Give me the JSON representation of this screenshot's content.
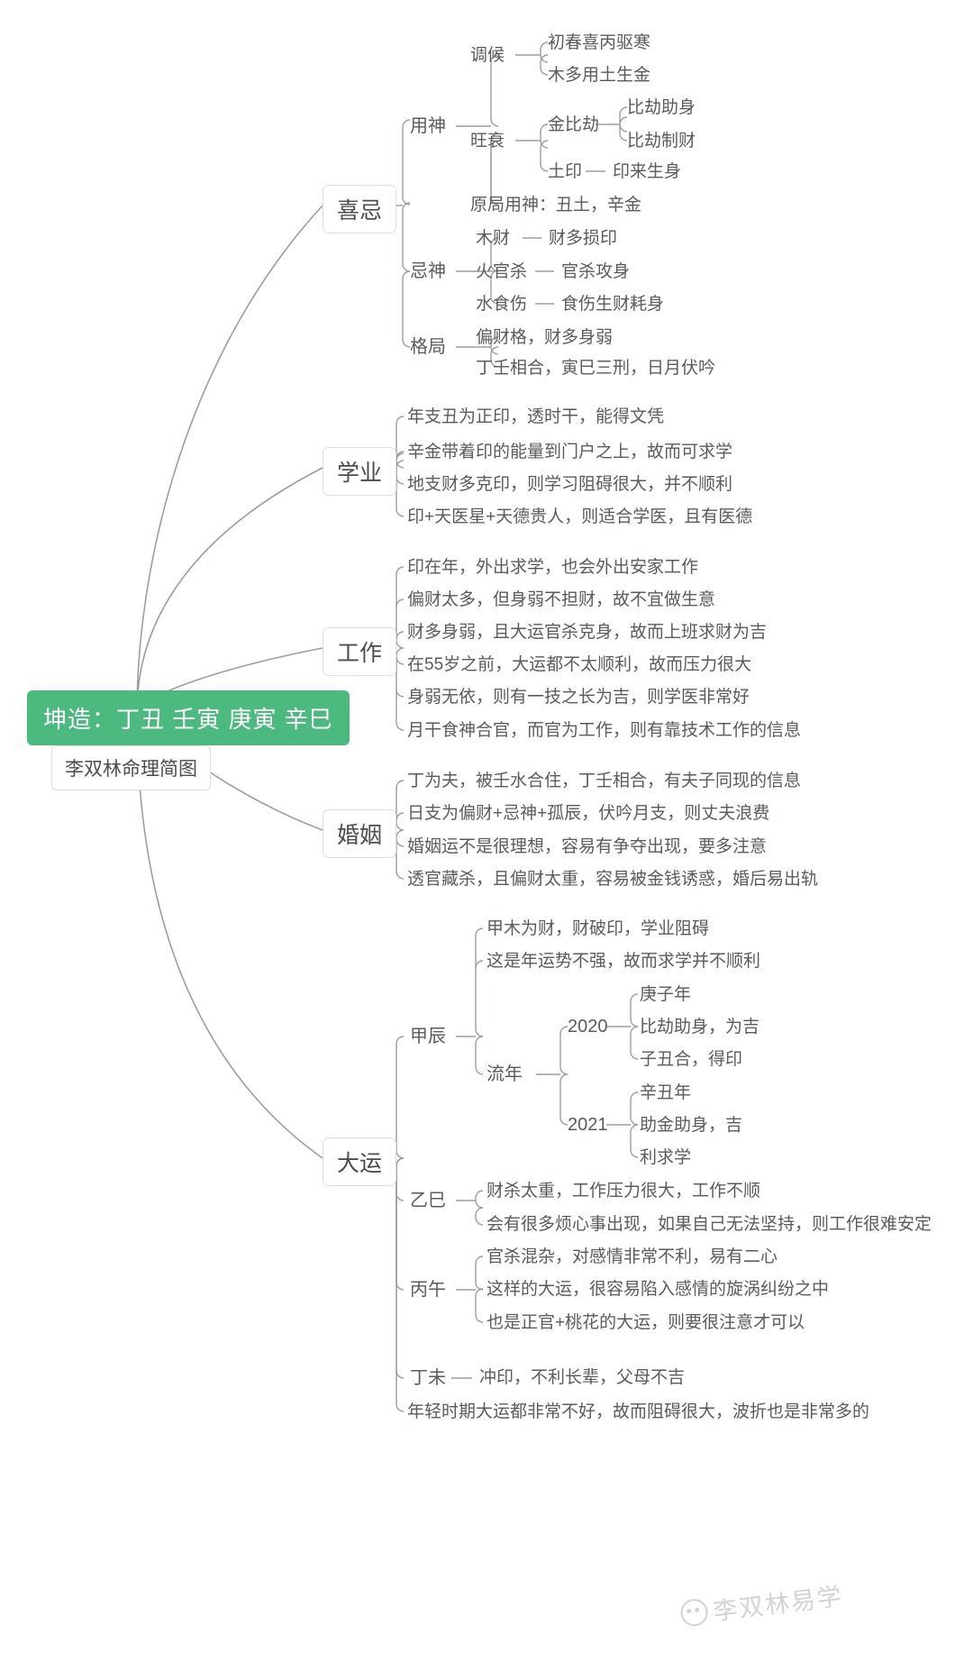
{
  "root": {
    "title": "坤造：丁丑 壬寅 庚寅 辛巳",
    "subtitle": "李双林命理简图",
    "accent_color": "#4cb97f",
    "text_color": "#ffffff"
  },
  "watermark": {
    "text": "李双林易学",
    "icon": "wechat-icon"
  },
  "branches": [
    {
      "label": "喜忌",
      "children": [
        {
          "label": "用神",
          "children": [
            {
              "label": "调候",
              "children": [
                {
                  "label": "初春喜丙驱寒"
                },
                {
                  "label": "木多用土生金"
                }
              ]
            },
            {
              "label": "旺衰",
              "children": [
                {
                  "label": "金比劫",
                  "children": [
                    {
                      "label": "比劫助身"
                    },
                    {
                      "label": "比劫制财"
                    }
                  ]
                },
                {
                  "label": "土印",
                  "children": [
                    {
                      "label": "印来生身"
                    }
                  ]
                }
              ]
            },
            {
              "label": "原局用神：丑土，辛金"
            }
          ]
        },
        {
          "label": "忌神",
          "children": [
            {
              "label": "木财",
              "children": [
                {
                  "label": "财多损印"
                }
              ]
            },
            {
              "label": "火官杀",
              "children": [
                {
                  "label": "官杀攻身"
                }
              ]
            },
            {
              "label": "水食伤",
              "children": [
                {
                  "label": "食伤生财耗身"
                }
              ]
            }
          ]
        },
        {
          "label": "格局",
          "children": [
            {
              "label": "偏财格，财多身弱"
            },
            {
              "label": "丁壬相合，寅巳三刑，日月伏吟"
            }
          ]
        }
      ]
    },
    {
      "label": "学业",
      "children": [
        {
          "label": "年支丑为正印，透时干，能得文凭"
        },
        {
          "label": "辛金带着印的能量到门户之上，故而可求学"
        },
        {
          "label": "地支财多克印，则学习阻碍很大，并不顺利"
        },
        {
          "label": "印+天医星+天德贵人，则适合学医，且有医德"
        }
      ]
    },
    {
      "label": "工作",
      "children": [
        {
          "label": "印在年，外出求学，也会外出安家工作"
        },
        {
          "label": "偏财太多，但身弱不担财，故不宜做生意"
        },
        {
          "label": "财多身弱，且大运官杀克身，故而上班求财为吉"
        },
        {
          "label": "在55岁之前，大运都不太顺利，故而压力很大"
        },
        {
          "label": "身弱无依，则有一技之长为吉，则学医非常好"
        },
        {
          "label": "月干食神合官，而官为工作，则有靠技术工作的信息"
        }
      ]
    },
    {
      "label": "婚姻",
      "children": [
        {
          "label": "丁为夫，被壬水合住，丁壬相合，有夫子同现的信息"
        },
        {
          "label": "日支为偏财+忌神+孤辰，伏吟月支，则丈夫浪费"
        },
        {
          "label": "婚姻运不是很理想，容易有争夺出现，要多注意"
        },
        {
          "label": "透官藏杀，且偏财太重，容易被金钱诱惑，婚后易出轨"
        }
      ]
    },
    {
      "label": "大运",
      "children": [
        {
          "label": "甲辰",
          "children": [
            {
              "label": "甲木为财，财破印，学业阻碍"
            },
            {
              "label": "这是年运势不强，故而求学并不顺利"
            },
            {
              "label": "流年",
              "children": [
                {
                  "label": "2020",
                  "children": [
                    {
                      "label": "庚子年"
                    },
                    {
                      "label": "比劫助身，为吉"
                    },
                    {
                      "label": "子丑合，得印"
                    }
                  ]
                },
                {
                  "label": "2021",
                  "children": [
                    {
                      "label": "辛丑年"
                    },
                    {
                      "label": "助金助身，吉"
                    },
                    {
                      "label": "利求学"
                    }
                  ]
                }
              ]
            }
          ]
        },
        {
          "label": "乙巳",
          "children": [
            {
              "label": "财杀太重，工作压力很大，工作不顺"
            },
            {
              "label": "会有很多烦心事出现，如果自己无法坚持，则工作很难安定"
            }
          ]
        },
        {
          "label": "丙午",
          "children": [
            {
              "label": "官杀混杂，对感情非常不利，易有二心"
            },
            {
              "label": "这样的大运，很容易陷入感情的旋涡纠纷之中"
            },
            {
              "label": "也是正官+桃花的大运，则要很注意才可以"
            }
          ]
        },
        {
          "label": "丁未",
          "children": [
            {
              "label": "冲印，不利长辈，父母不吉"
            }
          ]
        },
        {
          "label": "年轻时期大运都非常不好，故而阻碍很大，波折也是非常多的"
        }
      ]
    }
  ]
}
